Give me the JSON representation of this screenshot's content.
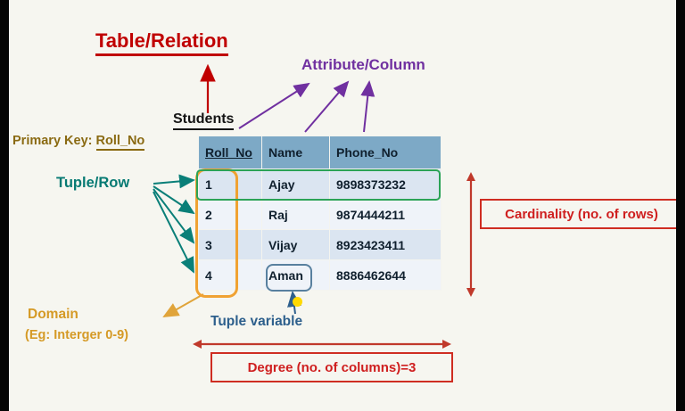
{
  "slide": {
    "title": "Table/Relation",
    "attribute_label": "Attribute/Column",
    "table_name": "Students",
    "primary_key": {
      "prefix": "Primary Key:",
      "field": "Roll_No"
    },
    "tuple_row_label": "Tuple/Row",
    "cardinality_label": "Cardinality (no. of rows)",
    "domain_label": "Domain",
    "domain_sub": "(Eg: Interger 0-9)",
    "tuple_variable_label": "Tuple variable",
    "degree_label": "Degree (no. of columns)=3"
  },
  "table": {
    "columns": [
      "Roll_No",
      "Name",
      "Phone_No"
    ],
    "rows": [
      [
        "1",
        "Ajay",
        "9898373232"
      ],
      [
        "2",
        "Raj",
        "9874444211"
      ],
      [
        "3",
        "Vijay",
        "8923423411"
      ],
      [
        "4",
        "Aman",
        "8886462644"
      ]
    ]
  },
  "colors": {
    "title_red": "#c00000",
    "attribute_purple": "#7030a0",
    "primary_key_olive": "#8a6a12",
    "tuple_teal": "#067a73",
    "domain_orange": "#d59a26",
    "tuple_variable_blue": "#2d5f8c",
    "annotation_red": "#cf2d22",
    "table_header_bg": "#7da9c6",
    "row_shaded": "#dbe5f1",
    "row_plain": "#eff3f9",
    "highlight_orange": "#f0a232",
    "highlight_green": "#2ba356",
    "highlight_blue": "#58809f",
    "pointer_yellow": "#ffd900"
  }
}
